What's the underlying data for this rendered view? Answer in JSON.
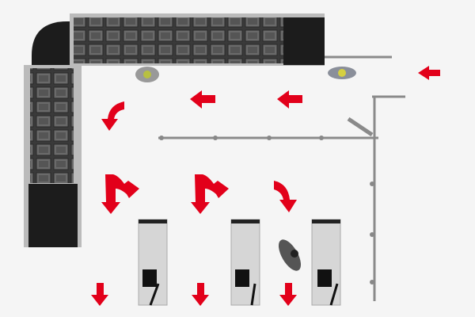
{
  "colors": {
    "arrow": "#e2001a",
    "shelf": "#1c1c1c",
    "bin": "#6a6a6a",
    "frame": "#9a9a9a",
    "floor": "#f5f5f5"
  },
  "arrows": [
    {
      "id": "entry",
      "direction": "left"
    },
    {
      "id": "aisle-1",
      "direction": "left"
    },
    {
      "id": "aisle-2",
      "direction": "left"
    },
    {
      "id": "turn-corner",
      "direction": "curve-down-left"
    },
    {
      "id": "split-1",
      "direction": "down-and-right"
    },
    {
      "id": "split-2",
      "direction": "down-and-right"
    },
    {
      "id": "turn-3",
      "direction": "curve-down"
    },
    {
      "id": "exit-1",
      "direction": "down"
    },
    {
      "id": "exit-2",
      "direction": "down"
    },
    {
      "id": "exit-3",
      "direction": "down"
    }
  ],
  "kiosks": 3,
  "people": 3
}
